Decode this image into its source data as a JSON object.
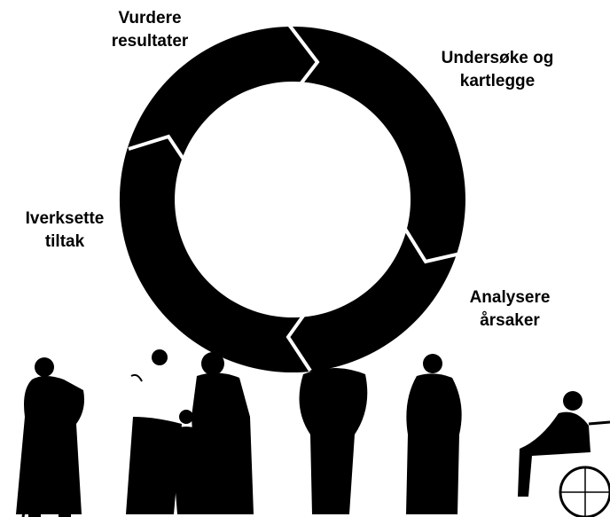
{
  "cycle": {
    "steps": [
      {
        "line1": "Vurdere",
        "line2": "resultater"
      },
      {
        "line1": "Undersøke og",
        "line2": "kartlegge"
      },
      {
        "line1": "Analysere",
        "line2": "årsaker"
      },
      {
        "line1": "Iverksette",
        "line2": "tiltak"
      }
    ]
  },
  "colors": {
    "ring": "#000000",
    "background": "#ffffff",
    "figures": "#000000"
  }
}
